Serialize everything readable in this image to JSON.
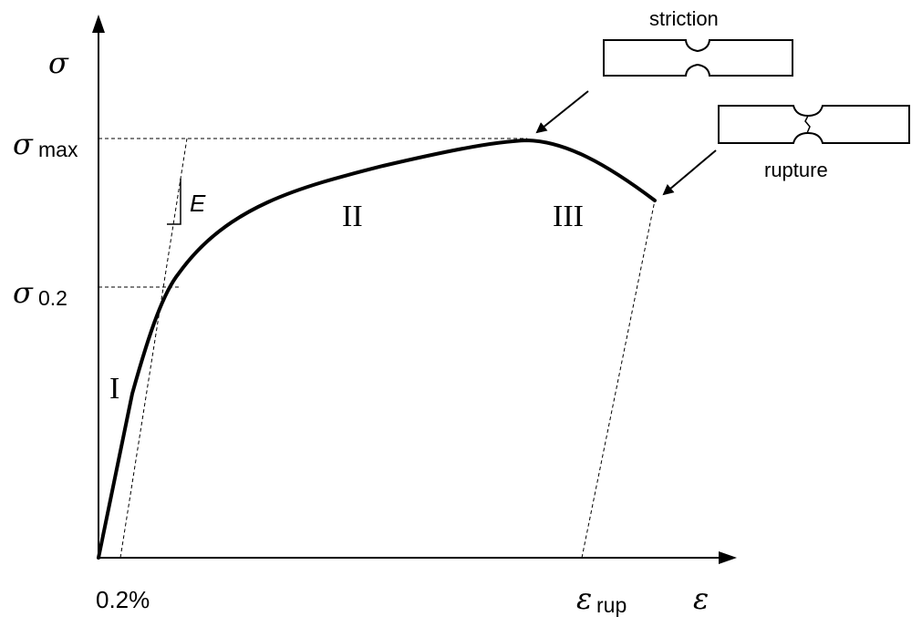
{
  "axes": {
    "y_symbol": "σ",
    "x_symbol": "ε"
  },
  "y_ticks": {
    "sigma_max_main": "σ",
    "sigma_max_sub": "max",
    "sigma_02_main": "σ",
    "sigma_02_sub": "0.2"
  },
  "x_ticks": {
    "offset_label": "0.2%",
    "eps_rup_main": "ε",
    "eps_rup_sub": "rup"
  },
  "modulus_label": "E",
  "regions": {
    "one": "I",
    "two": "II",
    "three": "III"
  },
  "specimens": {
    "necking_label": "striction",
    "fracture_label": "rupture"
  }
}
